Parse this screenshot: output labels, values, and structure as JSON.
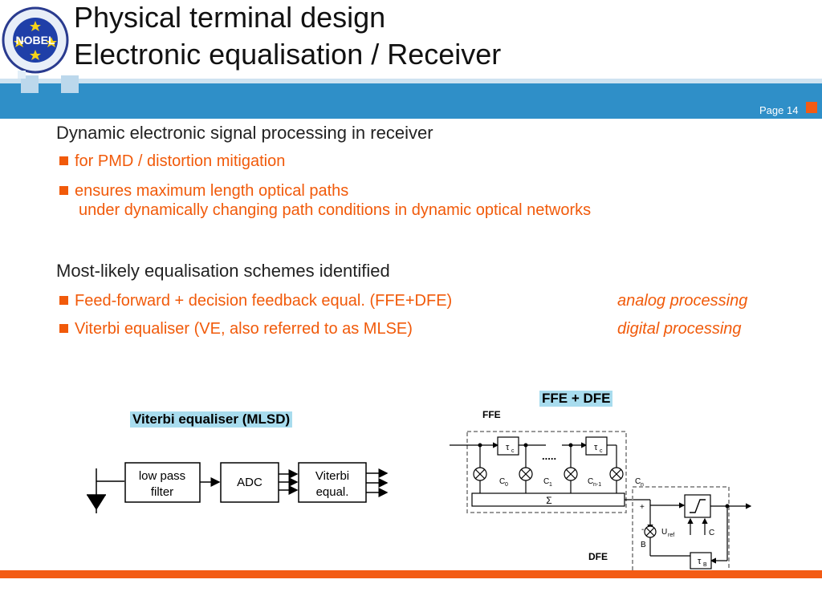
{
  "header": {
    "title_line1": "Physical terminal design",
    "title_line2": "Electronic equalisation / Receiver",
    "logo_text": "NOBEL",
    "page_label": "Page 14"
  },
  "colors": {
    "accent": "#f15a0a",
    "band": "#2f8fc8",
    "caption_bg": "#a8dcee"
  },
  "section1": {
    "heading": "Dynamic electronic signal processing in receiver",
    "bullets": [
      {
        "text": "for PMD / distortion mitigation"
      },
      {
        "text": "ensures maximum length optical paths",
        "continuation": "under dynamically changing path conditions in dynamic optical networks"
      }
    ]
  },
  "section2": {
    "heading": "Most-likely equalisation schemes identified",
    "bullets": [
      {
        "text": "Feed-forward + decision feedback equal. (FFE+DFE)",
        "note": "analog processing"
      },
      {
        "text": "Viterbi equaliser (VE, also referred to as MLSE)",
        "note": "digital processing"
      }
    ]
  },
  "viterbi_diagram": {
    "caption": "Viterbi equaliser (MLSD)",
    "block1_line1": "low pass",
    "block1_line2": "filter",
    "block2": "ADC",
    "block3_line1": "Viterbi",
    "block3_line2": "equal."
  },
  "ffe_dfe_diagram": {
    "caption": "FFE + DFE",
    "ffe_label": "FFE",
    "dfe_label": "DFE",
    "dots": ".....",
    "delay_symbol": "τ",
    "delay_sub_c": "c",
    "delay_sub_b": "B",
    "coefficients": [
      "C",
      "C",
      "C",
      "C"
    ],
    "coef_subs": [
      "0",
      "1",
      "n-1",
      "n"
    ],
    "sum_symbol": "Σ",
    "plus": "+",
    "minus": "-",
    "uref": "U",
    "uref_sub": "ref",
    "c_label": "C",
    "b_label": "B"
  }
}
